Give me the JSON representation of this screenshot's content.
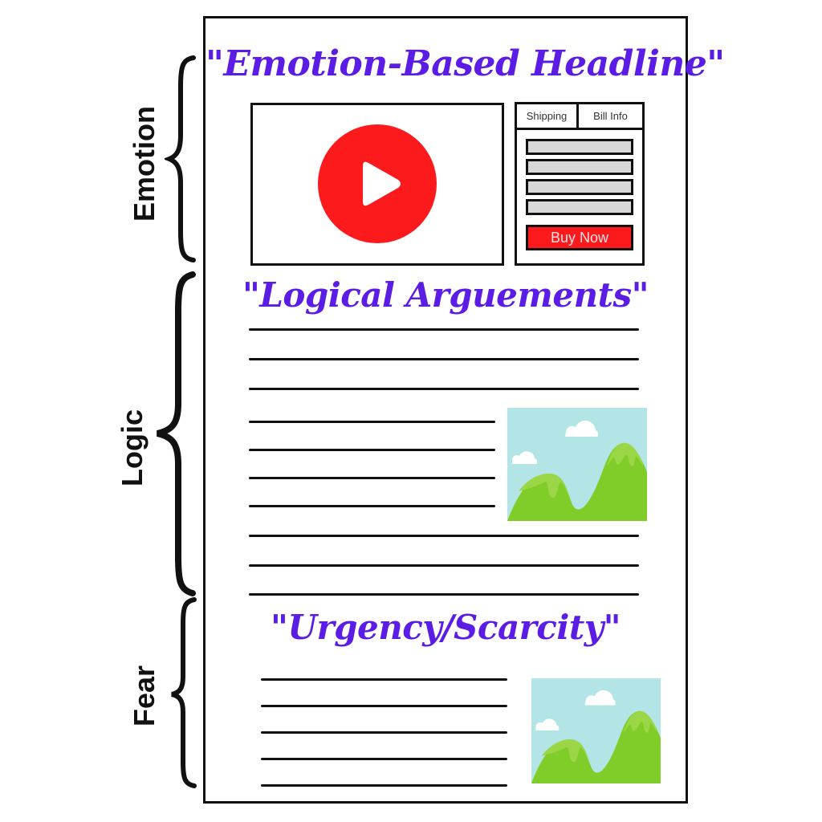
{
  "sections": [
    {
      "label": "Emotion",
      "headline": "\"Emotion-Based Headline\""
    },
    {
      "label": "Logic",
      "headline": "\"Logical Arguements\""
    },
    {
      "label": "Fear",
      "headline": "\"Urgency/Scarcity\""
    }
  ],
  "video": {
    "icon": "play-icon",
    "color": "#fd1a1c"
  },
  "order_form": {
    "tabs": [
      "Shipping",
      "Bill Info"
    ],
    "field_count": 4,
    "button_label": "Buy Now",
    "button_color": "#fd1a1c"
  },
  "colors": {
    "headline": "#5b1ce6",
    "sky": "#b3e5e6",
    "hill": "#80cc28",
    "hill_light": "#9ad646"
  }
}
